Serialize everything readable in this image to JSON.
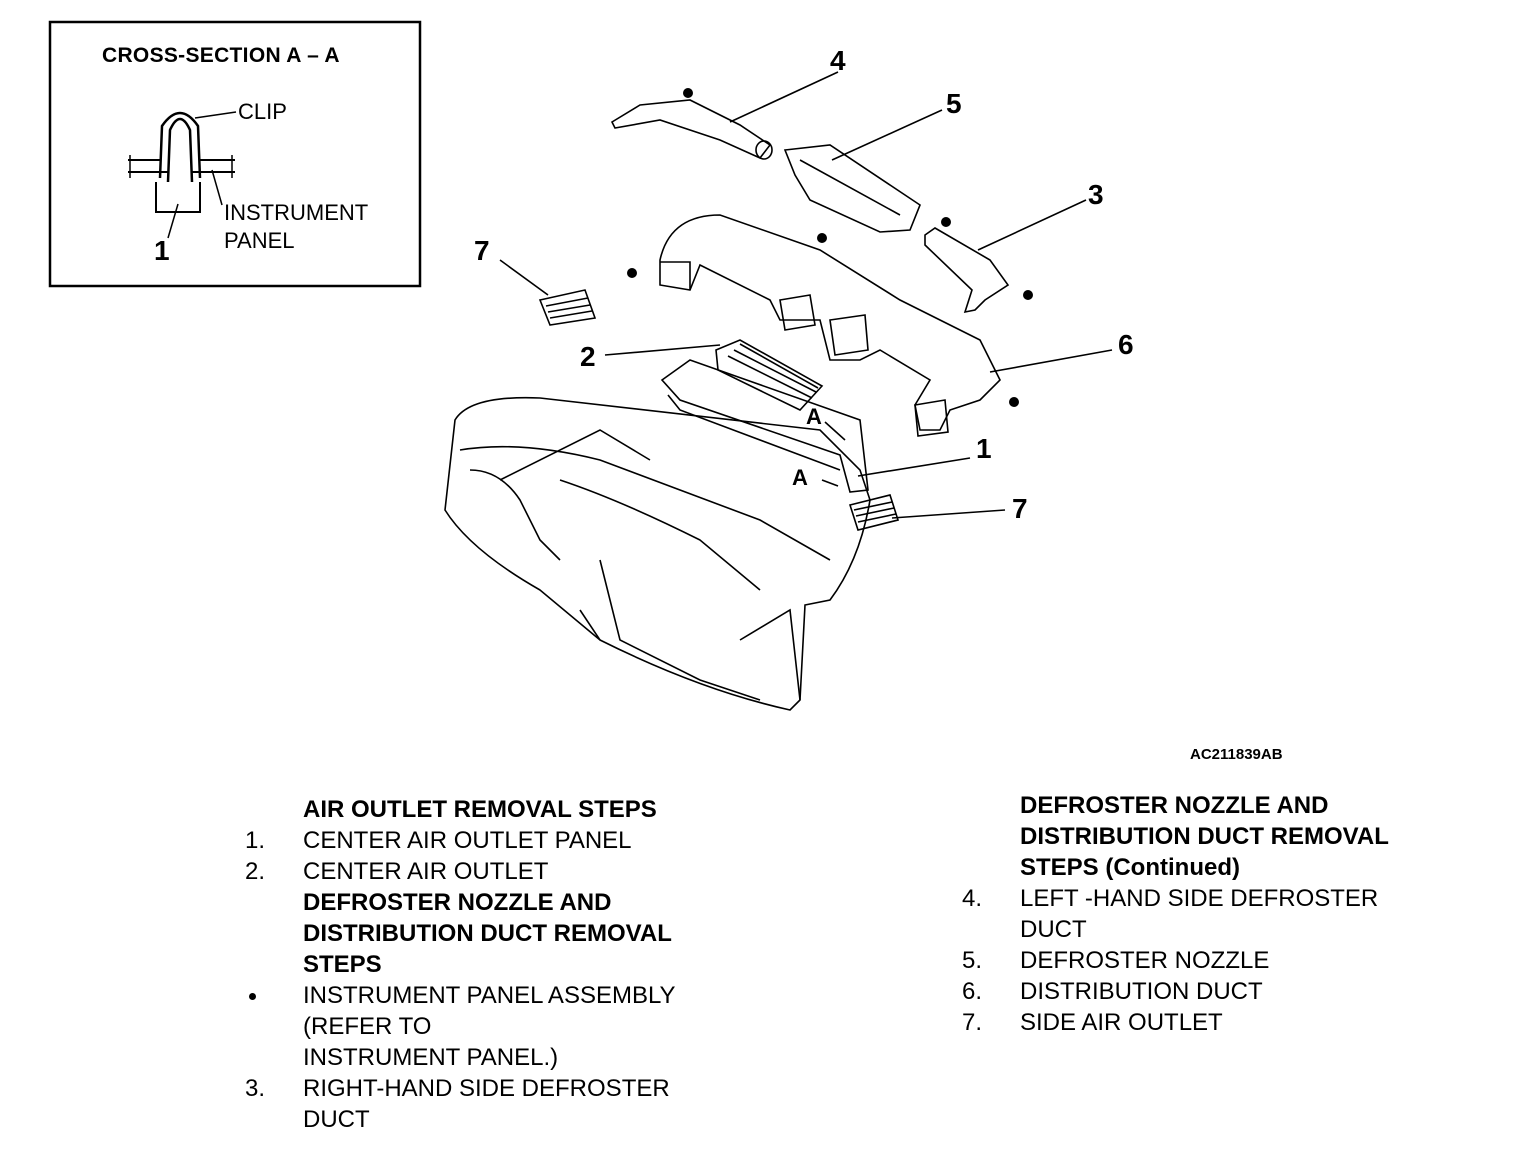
{
  "inset": {
    "title": "CROSS-SECTION A – A",
    "clip_label": "CLIP",
    "panel_label_1": "INSTRUMENT",
    "panel_label_2": "PANEL",
    "callout": "1"
  },
  "callouts": {
    "c1": "1",
    "c2": "2",
    "c3": "3",
    "c4": "4",
    "c5": "5",
    "c6": "6",
    "c7a": "7",
    "c7b": "7",
    "section_a1": "A",
    "section_a2": "A"
  },
  "figure_id": "AC211839AB",
  "left_steps": {
    "heading": "AIR OUTLET REMOVAL STEPS",
    "step1_num": "1.",
    "step1": "CENTER AIR OUTLET PANEL",
    "step2_num": "2.",
    "step2": "CENTER AIR OUTLET",
    "sub_heading_1": "DEFROSTER NOZZLE AND",
    "sub_heading_2": "DISTRIBUTION DUCT REMOVAL",
    "sub_heading_3": "STEPS",
    "bullet_1": "INSTRUMENT PANEL ASSEMBLY",
    "bullet_2": "(REFER TO",
    "bullet_3": "INSTRUMENT PANEL.)",
    "step3_num": "3.",
    "step3_1": "RIGHT-HAND SIDE DEFROSTER",
    "step3_2": "DUCT"
  },
  "right_steps": {
    "heading_1": "DEFROSTER NOZZLE AND",
    "heading_2": "DISTRIBUTION DUCT REMOVAL",
    "heading_3": "STEPS (Continued)",
    "step4_num": "4.",
    "step4_1": "LEFT -HAND SIDE DEFROSTER",
    "step4_2": "DUCT",
    "step5_num": "5.",
    "step5": "DEFROSTER NOZZLE",
    "step6_num": "6.",
    "step6": "DISTRIBUTION DUCT",
    "step7_num": "7.",
    "step7": "SIDE AIR OUTLET"
  }
}
